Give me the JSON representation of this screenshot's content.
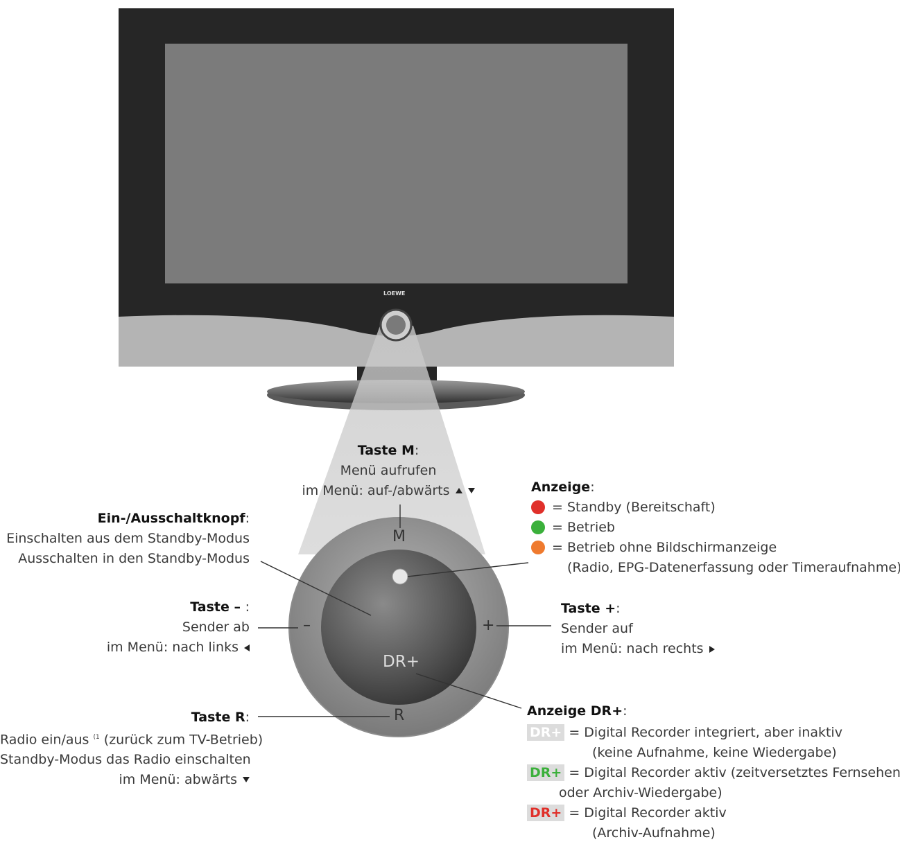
{
  "tv": {
    "brand": "LOEWE"
  },
  "knob": {
    "m": "M",
    "minus": "–",
    "plus": "+",
    "r": "R",
    "dr": "DR+"
  },
  "labels": {
    "taste_m": {
      "title": "Taste M",
      "lines": [
        "Menü aufrufen",
        "im Menü: auf-/abwärts"
      ]
    },
    "ein_aus": {
      "title": "Ein-/Ausschaltknopf",
      "lines": [
        "Einschalten aus dem Standby-Modus",
        "Ausschalten in den Standby-Modus"
      ]
    },
    "taste_minus": {
      "title": "Taste – ",
      "lines": [
        "Sender ab",
        "im Menü: nach links"
      ]
    },
    "taste_plus": {
      "title": "Taste +",
      "lines": [
        "Sender auf",
        "im Menü: nach rechts"
      ]
    },
    "taste_r": {
      "title": "Taste R",
      "lines": [
        "Radio ein/aus",
        "(zurück zum TV-Betrieb)",
        "Standby-Modus das Radio einschalten",
        "im Menü: abwärts"
      ],
      "footnote": "(1"
    },
    "anzeige": {
      "title": "Anzeige",
      "items": [
        {
          "color": "#e0302a",
          "text": "= Standby (Bereitschaft)"
        },
        {
          "color": "#3bb03b",
          "text": "= Betrieb"
        },
        {
          "color": "#ef7a2e",
          "text": "= Betrieb ohne Bildschirmanzeige"
        }
      ],
      "note": "(Radio, EPG-Datenerfassung oder Timeraufnahme)"
    },
    "anzeige_dr": {
      "title": "Anzeige DR+",
      "items": [
        {
          "badge": "DR+",
          "badge_color": "#ffffff",
          "text": "= Digital Recorder integriert, aber inaktiv",
          "note": "(keine Aufnahme, keine Wiedergabe)"
        },
        {
          "badge": "DR+",
          "badge_color": "#3bb03b",
          "text": "= Digital Recorder aktiv (zeitversetztes Fernsehen",
          "note": "oder Archiv-Wiedergabe)"
        },
        {
          "badge": "DR+",
          "badge_color": "#e0302a",
          "text": "= Digital Recorder aktiv",
          "note": "(Archiv-Aufnahme)"
        }
      ]
    }
  }
}
